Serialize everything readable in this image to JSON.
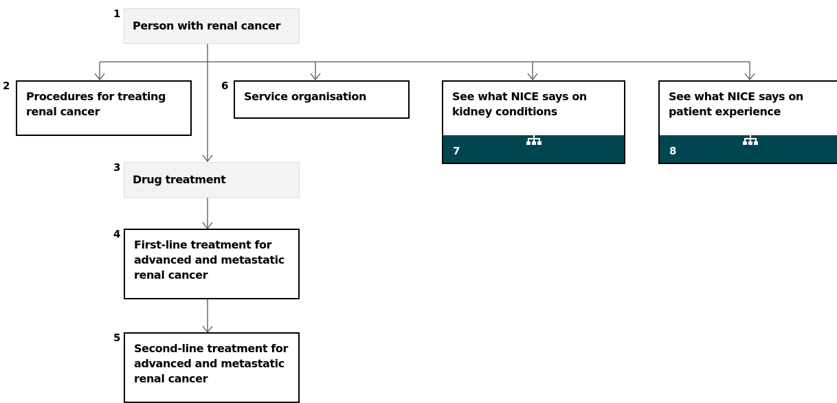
{
  "nodes": [
    {
      "id": "1",
      "number": "1",
      "label": "Person with renal cancer",
      "style": "grey"
    },
    {
      "id": "2",
      "number": "2",
      "label": "Procedures for treating renal cancer",
      "style": "white"
    },
    {
      "id": "3",
      "number": "3",
      "label": "Drug treatment",
      "style": "grey"
    },
    {
      "id": "4",
      "number": "4",
      "label": "First-line treatment for advanced and metastatic renal cancer",
      "style": "white"
    },
    {
      "id": "5",
      "number": "5",
      "label": "Second-line treatment for advanced and metastatic renal cancer",
      "style": "white"
    },
    {
      "id": "6",
      "number": "6",
      "label": "Service organisation",
      "style": "white"
    },
    {
      "id": "7",
      "number": "7",
      "label": "See what NICE says on kidney conditions",
      "style": "link",
      "icon": "sitemap-icon"
    },
    {
      "id": "8",
      "number": "8",
      "label": "See what NICE says on patient experience",
      "style": "link",
      "icon": "sitemap-icon"
    }
  ],
  "colors": {
    "link_footer": "#004650",
    "grey_fill": "#f3f3f3",
    "connector": "#555555",
    "border": "#000000"
  },
  "edges": [
    {
      "from": "1",
      "to": "2"
    },
    {
      "from": "1",
      "to": "6"
    },
    {
      "from": "1",
      "to": "7"
    },
    {
      "from": "1",
      "to": "8"
    },
    {
      "from": "1",
      "to": "3"
    },
    {
      "from": "3",
      "to": "4"
    },
    {
      "from": "4",
      "to": "5"
    }
  ]
}
